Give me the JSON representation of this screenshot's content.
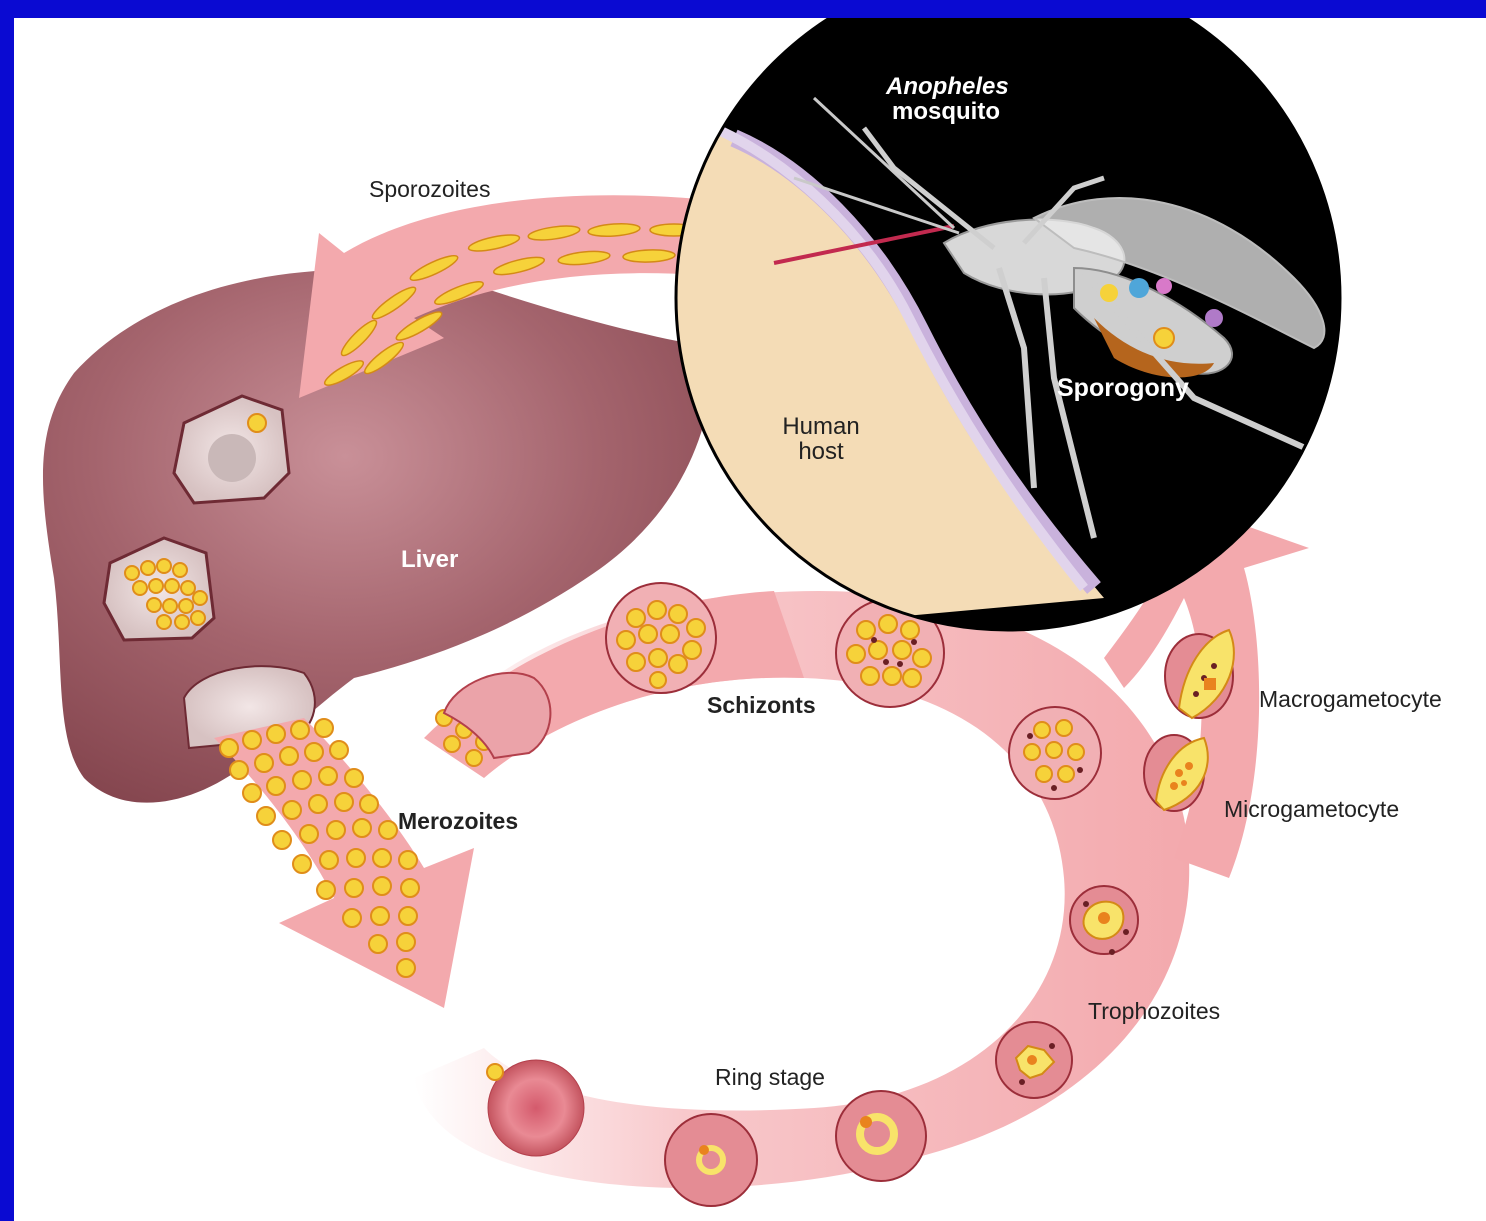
{
  "labels": {
    "sporozoites": "Sporozoites",
    "anopheles": "Anopheles",
    "mosquito": "mosquito",
    "sporogony": "Sporogony",
    "human": "Human",
    "host": "host",
    "liver": "Liver",
    "schizonts": "Schizonts",
    "merozoites": "Merozoites",
    "macrogametocyte": "Macrogametocyte",
    "microgametocyte": "Microgametocyte",
    "trophozoites": "Trophozoites",
    "ring_stage": "Ring stage"
  },
  "colors": {
    "frame": "#0a0ad2",
    "liver": "#9a5a63",
    "arrow": "#f3a9ad",
    "parasite": "#f6d23a",
    "skin": "#f4dcb6",
    "membrane": "#c9b2dc",
    "lens_background": "#000000"
  },
  "icons": [
    "mosquito-icon",
    "liver-icon",
    "red-blood-cell-icon",
    "parasite-icon"
  ]
}
